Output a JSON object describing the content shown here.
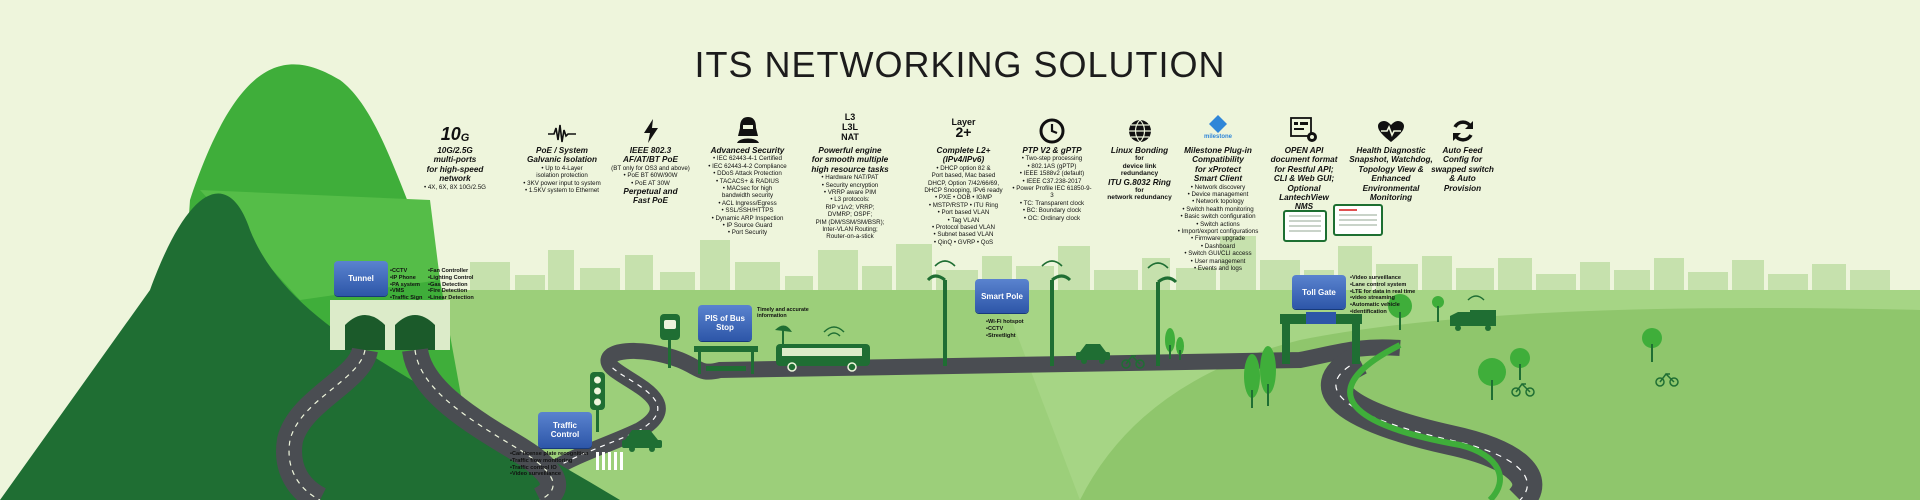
{
  "title": "ITS NETWORKING SOLUTION",
  "colors": {
    "background": "#eef5dc",
    "mountain_light": "#3fae3a",
    "mountain_dark": "#1f6e33",
    "field": "#9ccf7a",
    "skyline": "#c8e2b0",
    "road": "#4a4d52",
    "box_blue": "#3560b3",
    "feature_text": "#111111"
  },
  "features": [
    {
      "icon": "10g-icon",
      "icon_text": "10",
      "icon_sub": "G",
      "lines": [
        {
          "t": "10G/2.5G",
          "s": "hd"
        },
        {
          "t": "multi-ports",
          "s": "hd"
        },
        {
          "t": "for high-speed",
          "s": "hd"
        },
        {
          "t": "network",
          "s": "hd"
        },
        {
          "t": "• 4X, 6X, 8X 10G/2.5G",
          "s": "ln"
        }
      ]
    },
    {
      "icon": "waveform-icon",
      "lines": [
        {
          "t": "PoE / System",
          "s": "hd"
        },
        {
          "t": "Galvanic Isolation",
          "s": "hd"
        },
        {
          "t": "• Up to 4-Layer",
          "s": "ln"
        },
        {
          "t": "isolation protection",
          "s": "ln"
        },
        {
          "t": "• 3KV power input to system",
          "s": "ln"
        },
        {
          "t": "• 1.5KV system to Ethernet",
          "s": "ln"
        }
      ]
    },
    {
      "icon": "lightning-icon",
      "lines": [
        {
          "t": "IEEE 802.3",
          "s": "hd"
        },
        {
          "t": "AF/AT/BT PoE",
          "s": "hd"
        },
        {
          "t": "(BT only for OS3 and above)",
          "s": "ln"
        },
        {
          "t": "• PoE BT 60W/90W",
          "s": "ln"
        },
        {
          "t": "• PoE AT 30W",
          "s": "ln"
        },
        {
          "t": "Perpetual and",
          "s": "sub"
        },
        {
          "t": "Fast PoE",
          "s": "sub"
        }
      ]
    },
    {
      "icon": "hacker-icon",
      "lines": [
        {
          "t": "Advanced Security",
          "s": "hd"
        },
        {
          "t": "• IEC 62443-4-1 Certified",
          "s": "ln"
        },
        {
          "t": "• IEC 62443-4-2 Compliance",
          "s": "ln"
        },
        {
          "t": "• DDoS Attack Protection",
          "s": "ln"
        },
        {
          "t": "• TACACS+ & RADIUS",
          "s": "ln"
        },
        {
          "t": "• MACsec for high",
          "s": "ln"
        },
        {
          "t": "bandwidth security",
          "s": "ln"
        },
        {
          "t": "• ACL Ingress/Egress",
          "s": "ln"
        },
        {
          "t": "• SSL/SSH/HTTPS",
          "s": "ln"
        },
        {
          "t": "• Dynamic ARP Inspection",
          "s": "ln"
        },
        {
          "t": "• IP Source Guard",
          "s": "ln"
        },
        {
          "t": "• Port Security",
          "s": "ln"
        }
      ]
    },
    {
      "icon": "l3-nat-icon",
      "icon_lines": [
        "L3",
        "L3L",
        "NAT"
      ],
      "lines": [
        {
          "t": "Powerful engine",
          "s": "hd"
        },
        {
          "t": "for smooth multiple",
          "s": "hd"
        },
        {
          "t": "high resource tasks",
          "s": "hd"
        },
        {
          "t": "• Hardware NAT/PAT",
          "s": "ln"
        },
        {
          "t": "• Security encryption",
          "s": "ln"
        },
        {
          "t": "• VRRP aware PIM",
          "s": "ln"
        },
        {
          "t": "• L3 protocols:",
          "s": "ln"
        },
        {
          "t": "RIP v1/v2; VRRP;",
          "s": "ln"
        },
        {
          "t": "DVMRP; OSPF;",
          "s": "ln"
        },
        {
          "t": "PIM (DM/SSM/SM/BSR);",
          "s": "ln"
        },
        {
          "t": "Inter-VLAN Routing;",
          "s": "ln"
        },
        {
          "t": "Router-on-a-stick",
          "s": "ln"
        }
      ]
    },
    {
      "icon": "layer2-icon",
      "icon_lines": [
        "Layer",
        "2+"
      ],
      "lines": [
        {
          "t": "Complete L2+",
          "s": "hd"
        },
        {
          "t": "(IPv4/IPv6)",
          "s": "hd"
        },
        {
          "t": "• DHCP option 82 &",
          "s": "ln"
        },
        {
          "t": "Port based, Mac based",
          "s": "ln"
        },
        {
          "t": "DHCP, Option 7/42/66/69,",
          "s": "ln"
        },
        {
          "t": "DHCP Snooping, IPv6 ready",
          "s": "ln"
        },
        {
          "t": "• PXE • OOB • IGMP",
          "s": "ln"
        },
        {
          "t": "• MSTP/RSTP • ITU Ring",
          "s": "ln"
        },
        {
          "t": "• Port based VLAN",
          "s": "ln"
        },
        {
          "t": "• Tag VLAN",
          "s": "ln"
        },
        {
          "t": "• Protocol based VLAN",
          "s": "ln"
        },
        {
          "t": "• Subnet based VLAN",
          "s": "ln"
        },
        {
          "t": "• QinQ • GVRP • QoS",
          "s": "ln"
        }
      ]
    },
    {
      "icon": "clock-icon",
      "lines": [
        {
          "t": "PTP V2 & gPTP",
          "s": "hd"
        },
        {
          "t": "• Two-step processing",
          "s": "ln"
        },
        {
          "t": "• 802.1AS (gPTP)",
          "s": "ln"
        },
        {
          "t": "• IEEE 1588v2 (default)",
          "s": "ln"
        },
        {
          "t": "• IEEE C37.238-2017",
          "s": "ln"
        },
        {
          "t": "• Power Profile IEC 61850-9-3",
          "s": "ln"
        },
        {
          "t": "• TC: Transparent clock",
          "s": "ln"
        },
        {
          "t": "• BC: Boundary clock",
          "s": "ln"
        },
        {
          "t": "• OC: Ordinary clock",
          "s": "ln"
        }
      ]
    },
    {
      "icon": "globe-icon",
      "lines": [
        {
          "t": "Linux Bonding",
          "s": "hd"
        },
        {
          "t": "for",
          "s": "ln b"
        },
        {
          "t": "device link redundancy",
          "s": "ln b"
        },
        {
          "t": "ITU G.8032 Ring",
          "s": "hd"
        },
        {
          "t": "for",
          "s": "ln b"
        },
        {
          "t": "network redundancy",
          "s": "ln b"
        }
      ]
    },
    {
      "icon": "milestone-icon",
      "icon_caption": "milestone",
      "lines": [
        {
          "t": "Milestone Plug-in",
          "s": "hd"
        },
        {
          "t": "Compatibility",
          "s": "hd"
        },
        {
          "t": "for xProtect",
          "s": "hd"
        },
        {
          "t": "Smart Client",
          "s": "hd"
        },
        {
          "t": "• Network discovery",
          "s": "ln"
        },
        {
          "t": "• Device management",
          "s": "ln"
        },
        {
          "t": "• Network topology",
          "s": "ln"
        },
        {
          "t": "• Switch health monitoring",
          "s": "ln"
        },
        {
          "t": "• Basic switch configuration",
          "s": "ln"
        },
        {
          "t": "• Switch actions",
          "s": "ln"
        },
        {
          "t": "• Import/export configurations",
          "s": "ln"
        },
        {
          "t": "• Firmware upgrade",
          "s": "ln"
        },
        {
          "t": "• Dashboard",
          "s": "ln"
        },
        {
          "t": "• Switch GUI/CLI access",
          "s": "ln"
        },
        {
          "t": "• User management",
          "s": "ln"
        },
        {
          "t": "• Events and logs",
          "s": "ln"
        }
      ]
    },
    {
      "icon": "api-settings-icon",
      "lines": [
        {
          "t": "OPEN API",
          "s": "hd"
        },
        {
          "t": "document format",
          "s": "hd"
        },
        {
          "t": "for Restful API;",
          "s": "hd"
        },
        {
          "t": "CLI & Web GUI;",
          "s": "hd"
        },
        {
          "t": "Optional",
          "s": "hd"
        },
        {
          "t": "LantechView",
          "s": "hd"
        },
        {
          "t": "NMS",
          "s": "hd"
        }
      ]
    },
    {
      "icon": "heart-pulse-icon",
      "lines": [
        {
          "t": "Health Diagnostic",
          "s": "hd"
        },
        {
          "t": "Snapshot, Watchdog,",
          "s": "hd"
        },
        {
          "t": "Topology View &",
          "s": "hd"
        },
        {
          "t": "Enhanced",
          "s": "hd"
        },
        {
          "t": "Environmental",
          "s": "hd"
        },
        {
          "t": "Monitoring",
          "s": "hd"
        }
      ]
    },
    {
      "icon": "refresh-icon",
      "lines": [
        {
          "t": "Auto Feed",
          "s": "hd"
        },
        {
          "t": "Config for",
          "s": "hd"
        },
        {
          "t": "swapped switch",
          "s": "hd"
        },
        {
          "t": "& Auto Provision",
          "s": "hd"
        }
      ]
    }
  ],
  "scene": {
    "tunnel": {
      "label": "Tunnel",
      "list_left": [
        "CCTV",
        "IP Phone",
        "PA system",
        "VMS",
        "Traffic Sign"
      ],
      "list_right": [
        "Fan Controller",
        "Lighting Control",
        "Gas Detection",
        "Fire Detection",
        "Linear Detection"
      ]
    },
    "bus_stop": {
      "label": "PIS of Bus Stop",
      "note": "Timely and accurate information"
    },
    "smart_pole": {
      "label": "Smart Pole",
      "list": [
        "Wi-Fi hotspot",
        "CCTV",
        "Streetlight"
      ]
    },
    "toll_gate": {
      "label": "Toll Gate",
      "list": [
        "Video surveillance",
        "Lane control system",
        "LTE for data in real time",
        "video streaming",
        "Automatic vehicle",
        "identification"
      ]
    },
    "traffic_control": {
      "label": "Traffic Control",
      "list": [
        "Car license plate recognition",
        "Traffic flow monitoring",
        "Traffic control IO",
        "Video surveillance"
      ]
    }
  }
}
